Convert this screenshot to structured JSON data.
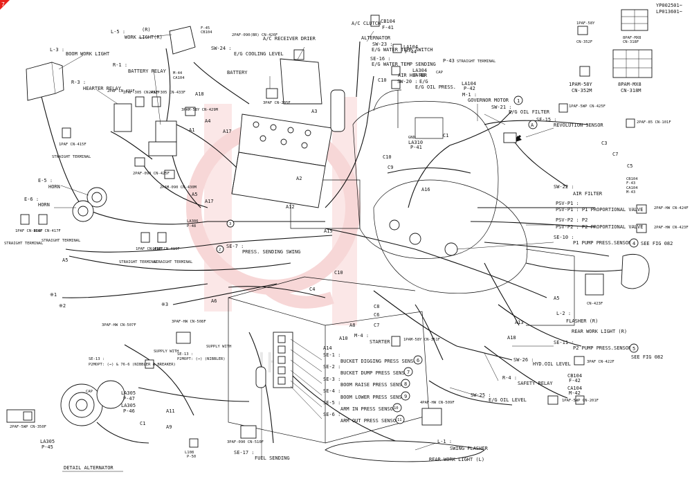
{
  "header": {
    "serial_1": "YP002501~",
    "serial_2": "LP013601~",
    "corner_badge": "7",
    "watermark_text": "IHI"
  },
  "connectors": {
    "c_1paf_58y": {
      "line1": "1PAF-58Y",
      "line2": "CN-352F"
    },
    "c_8paf_mx8": {
      "line1": "8PAF-MX8",
      "line2": "CN-318F"
    },
    "c_1pam_58y": {
      "line1": "1PAM-58Y",
      "line2": "CN-352M"
    },
    "c_8pam_mx8": {
      "line1": "8PAM-MX8",
      "line2": "CN-318M"
    }
  },
  "labels": {
    "l5": "L-5 :",
    "l5_name": "WORK LIGHT(R)",
    "l5_r": "(R)",
    "f45": "F-45",
    "cb104_a": "CB104",
    "a_c_receiver": "A/C RECEIVER DRIER",
    "cn426f": "2PAF-090(BR)  CN-426F",
    "sw24": "SW-24 :",
    "sw24_name": "E/G COOLING LEVEL",
    "battery": "BATTERY",
    "l3": "L-3 :",
    "l3_name": "BOOM WORK LIGHT",
    "r1": "R-1 :",
    "r1_name": "BATTERY RELAY",
    "r3": "R-3 :",
    "r3_name": "HEARTER RELAY",
    "m44": "M-44",
    "ca104": "CA104",
    "a18_top": "A18",
    "cn205f": "3PAF  CN-205F",
    "cn429m": "3PAM-58Y  CN-429M",
    "a1": "A1",
    "a4": "A4",
    "a17_top": "A17",
    "a3": "A3",
    "a2": "A2",
    "a5_mid": "A5",
    "a17_mid": "A17",
    "a12": "A12",
    "a15": "A15",
    "cn431f": "2PAF  CN-431F",
    "cn432f": "2PAF-305  CN-432F",
    "cn433f": "2PAF-305  CN-433F",
    "cn425f": "2PAF-090  CN-425F",
    "cn430m": "2PAM-090  CN-430M",
    "e5": "E-5 :",
    "e5_name": "HORN",
    "e6": "E-6 :",
    "e6_name": "HORN",
    "cn415f": "1PAF  CN-415F",
    "straight_1": "STRAIGHT TERMINAL",
    "straight_2": "STRAIGHT TERMINAL",
    "straight_3": "STRAIGHT TERMINAL",
    "straight_4": "STRAIGHT TERMINAL",
    "straight_5": "STRAIGHT TERMINAL",
    "cn416f": "1PAF  CN-416F",
    "cn417f": "1PAF  CN-417F",
    "cn418f": "1PAF  CN-418F",
    "cn419f": "1PAF  CN-419F",
    "a5_left": "A5",
    "ref_1": "※1",
    "ref_2": "※2",
    "ref_3": "※3",
    "a6": "A6",
    "la306": "LA306",
    "p48_a": "P-48",
    "se7": "SE-7 :",
    "se7_name": "PRESS. SENDING SWING",
    "circ2": "2",
    "circ3": "3",
    "a_c_clutch": "A/C CLUTCH",
    "cb104_b": "CB104",
    "f41_a": "F-41",
    "alternator": "ALTERNATOR",
    "sw23": "SW-23 :",
    "sw23_name": "E/G WATER TEMP SWITCH",
    "la104_a": "LA104",
    "p44": "P-44",
    "p43": "P-43",
    "straight_terminal_p43": "STRAIGHT TERMINAL",
    "se16": "SE-16 :",
    "se16_name": "E/G WATER TEMP SENDING",
    "la304": "LA304",
    "p48_b": "P-48",
    "cap": "CAP",
    "c10_a": "C10",
    "air_heater": "AIR HEATER",
    "sw20": "SW-20 :",
    "sw20_name": "E/G OIL PRESS.",
    "e_g": "E/G",
    "la104_b": "LA104",
    "p42": "P-42",
    "m1": "M-1 :",
    "m1_name": "GOVERNOR MOTOR",
    "circ1": "1",
    "sw21": "SW-21 :",
    "sw21_name": "E/G OIL FILTER",
    "cn425f_b": "1PAF-5WP  CN-425F",
    "se15": "SE-15 :",
    "se15_name": "REVOLUTION SENSOR",
    "cn101f": "2PAF-85  CN-101F",
    "marker_a": "A",
    "c1_mid": "C1",
    "gnd": "GND",
    "la310": "LA310",
    "p41": "P-41",
    "c10_b": "C10",
    "c9": "C9",
    "c3": "C3",
    "c7_a": "C7",
    "c5": "C5",
    "cb104_c": "CB104",
    "f43": "F-43",
    "ca104_b": "CA104",
    "m43": "M-43",
    "sw22": "SW-22 :",
    "sw22_name": "AIR FILTER",
    "a16": "A16",
    "psv_p1": "PSV-P1 :",
    "psv_p1_name": "PSV-P1 : P1 PROPORTIONAL VALVE",
    "cn424f": "2PAF-HW  CN-424F",
    "psv_p2": "PSV-P2 : P2",
    "psv_p2_name": "PSV-P2 : P2 PROPORTIONAL VALVE",
    "cn423f": "2PAF-HW  CN-423F",
    "se10": "SE-10 :",
    "se10_name": "P1 PUMP PRESS.SENSOR",
    "circ4": "4",
    "see_fig_082_a": "SEE FIG 082",
    "cn423f_b": "CN-423F",
    "a5_right": "A5",
    "l2": "L-2 :",
    "l2_name": "FLASHER (R)",
    "l2_name2": "REAR WORK LIGHT (R)",
    "a13": "A13",
    "a18_right": "A18",
    "se11": "SE-11 :",
    "se11_name": "P2 PUMP PRESS.SENSOR",
    "circ5": "5",
    "see_fig_082_b": "SEE FIG 082",
    "sw26": "SW-26 :",
    "sw26_name": "HYD.OIL LEVEL",
    "cn422f": "3PAF  CN-422F",
    "r4": "R-4 :",
    "r4_name": "SAFETY RELAY",
    "cb104_d": "CB104",
    "f42": "F-42",
    "ca104_c": "CA104",
    "m42": "M-42",
    "sw25": "SW-25 :",
    "sw25_name": "E/G OIL LEVEL",
    "cn201f": "1PAF-5WP  CN-201F",
    "c4": "C4",
    "c10_c": "C10",
    "c8": "C8",
    "c6": "C6",
    "c7_b": "C7",
    "a8": "A8",
    "a10": "A10",
    "a14": "A14",
    "m4": "M-4 :",
    "m4_name": "STARTER",
    "cn351f": "1PAM-58Y  CN-351F",
    "se1": "SE-1 :",
    "se1_name": "BUCKET DIGGING PRESS SENSOR",
    "circ6": "6",
    "se2": "SE-2 :",
    "se2_name": "BUCKET DUMP PRESS SENSOR",
    "circ7": "7",
    "se3": "SE-3 :",
    "se3_name": "BOOM RAISE PRESS SENSOR",
    "circ8": "8",
    "se4": "SE-4 :",
    "se4_name": "BOOM LOWER PRESS SENSOR",
    "circ9": "9",
    "se5": "SE-5 :",
    "se5_name": "ARM IN PRESS SENSOR",
    "circ10": "10",
    "se6": "SE-6 :",
    "se6_name": "ARM OUT PRESS SENSOR",
    "circ11": "11",
    "cn509f": "4PAF-HW  CN-509F",
    "l1": "L-1 :",
    "l1_name": "SWING FLASHER",
    "l1_name2": "REAR WORK LIGHT (L)",
    "cn507f": "3PAF-HW  CN-507F",
    "cn508f": "3PAF-HW  CN-508F",
    "supply_with_a": "SUPPLY WITH",
    "supply_with_b": "SUPPLY WITH",
    "se13_a": "SE-13 :",
    "se13_b": "P2MOPT: (→) & 76-6 (NIBBLER & BREAKER)",
    "se13_c": "SE-13 :",
    "se13_d": "P2MOPT: (→) (NIBBLER)",
    "a11": "A11",
    "a9": "A9",
    "l108": "L108",
    "p50": "P-50",
    "cn510f": "3PAF-090  CN-510F",
    "se17": "SE-17 :",
    "se17_name": "FUEL SENDING",
    "la305_a": "LA305",
    "p47": "P-47",
    "la305_b": "LA305",
    "p46": "P-46",
    "cap_alt": "CAP",
    "cn350f": "2PAF-5WP  CN-350F",
    "la305_c": "LA305",
    "p45": "P-45",
    "c1_alt": "C1",
    "detail_alternator": "DETAIL ALTERNATOR"
  },
  "colors": {
    "line": "#111111",
    "watermark": "#f2b8b8",
    "badge": "#e8201a"
  }
}
